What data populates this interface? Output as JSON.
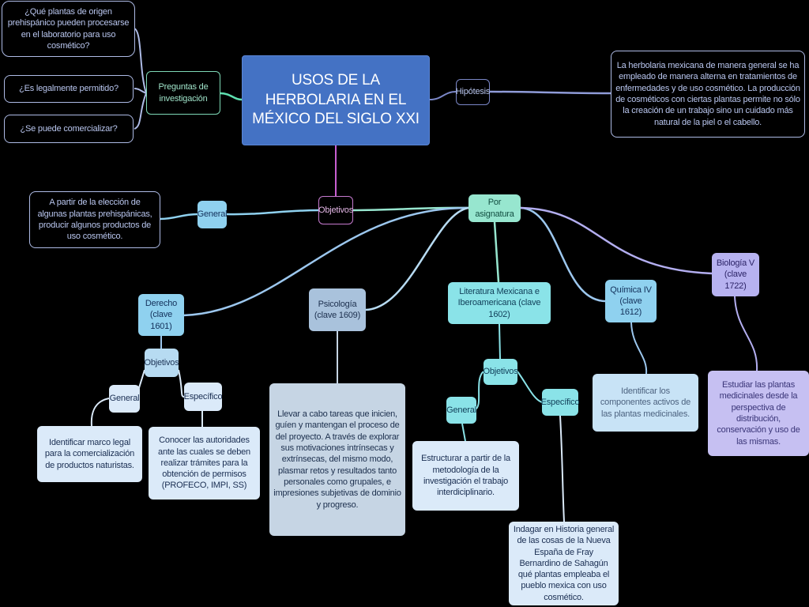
{
  "title": "USOS DE LA HERBOLARIA EN EL MÉXICO DEL SIGLO XXI",
  "preguntas": {
    "label": "Preguntas de investigación",
    "items": [
      "¿Qué plantas de origen prehispánico pueden procesarse en el laboratorio para uso cosmético?",
      "¿Es legalmente permitido?",
      "¿Se puede comercializar?"
    ]
  },
  "hipotesis": {
    "label": "Hipótesis",
    "text": "La herbolaria mexicana de manera general se ha empleado de manera alterna en tratamientos de enfermedades y de uso cosmético. La producción de cosméticos con ciertas plantas permite no sólo la creación de un trabajo sino un cuidado más natural de la piel o el cabello."
  },
  "objetivos": {
    "label": "Objetivos",
    "general_label": "General",
    "general_text": "A partir de la elección de algunas plantas prehispánicas, producir algunos productos de uso cosmético.",
    "por_asignatura": "Por asignatura"
  },
  "derecho": {
    "label": "Derecho (clave 1601)",
    "objetivos": "Objetivos",
    "general": "General",
    "general_text": "Identificar marco legal para la comercialización de productos naturistas.",
    "especifico": "Específico",
    "especifico_text": "Conocer las autoridades ante las cuales se deben realizar trámites para la obtención de permisos (PROFECO, IMPI, SS)"
  },
  "psicologia": {
    "label": "Psicología (clave 1609)",
    "text": "Llevar a cabo tareas que inicien, guíen y mantengan el proceso de del proyecto. A través de explorar sus motivaciones intrínsecas y extrínsecas, del mismo modo, plasmar retos y resultados tanto personales como grupales, e impresiones subjetivas de dominio y progreso."
  },
  "literatura": {
    "label": "Literatura Mexicana e Iberoamericana (clave 1602)",
    "objetivos": "Objetivos",
    "general": "General",
    "general_text": "Estructurar a partir de la metodología de la investigación el trabajo interdiciplinario.",
    "especifico": "Específico",
    "especifico_text": "Indagar en Historia general de las cosas de la Nueva España de Fray Bernardino de Sahagún qué plantas empleaba el pueblo mexica con uso cosmético."
  },
  "quimica": {
    "label": "Química IV (clave 1612)",
    "text": "Identificar los componentes activos de las plantas medicinales."
  },
  "biologia": {
    "label": "Biología V (clave 1722)",
    "text": "Estudiar las plantas medicinales desde la perspectiva de distribución, conservación y uso de las mismas."
  },
  "colors": {
    "main": "#4472c4",
    "link_green": "#5ee0b0",
    "link_pink": "#c85fd0",
    "link_blue": "#9cc7ee",
    "link_lavender": "#b3aef0"
  }
}
